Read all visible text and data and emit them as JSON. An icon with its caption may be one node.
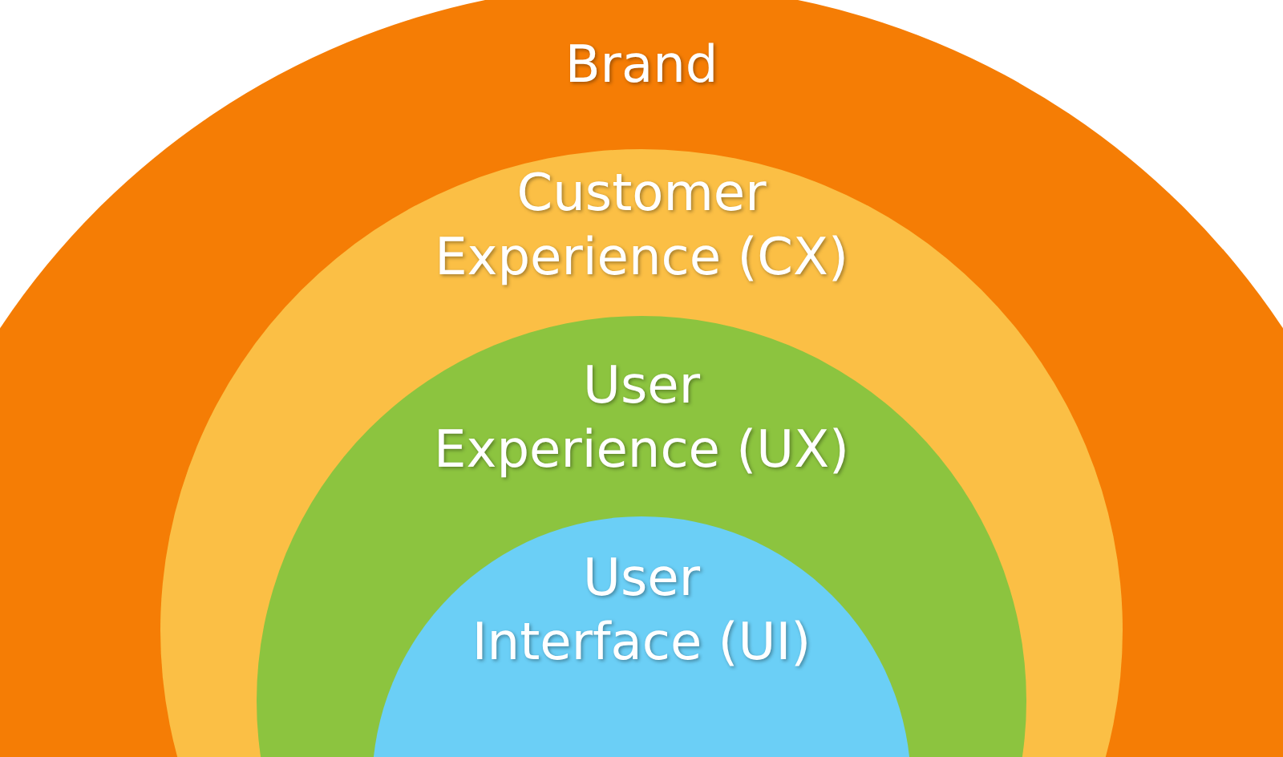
{
  "diagram": {
    "nodes": [
      {
        "text": [
          "Brand"
        ]
      },
      {
        "text": [
          "Customer Experience (CX)"
        ],
        "in": 0
      },
      {
        "text": [
          "User Experience (UX)"
        ],
        "in": 1
      },
      {
        "text": [
          "User Interface (UI)"
        ],
        "in": 2
      }
    ]
  }
}
